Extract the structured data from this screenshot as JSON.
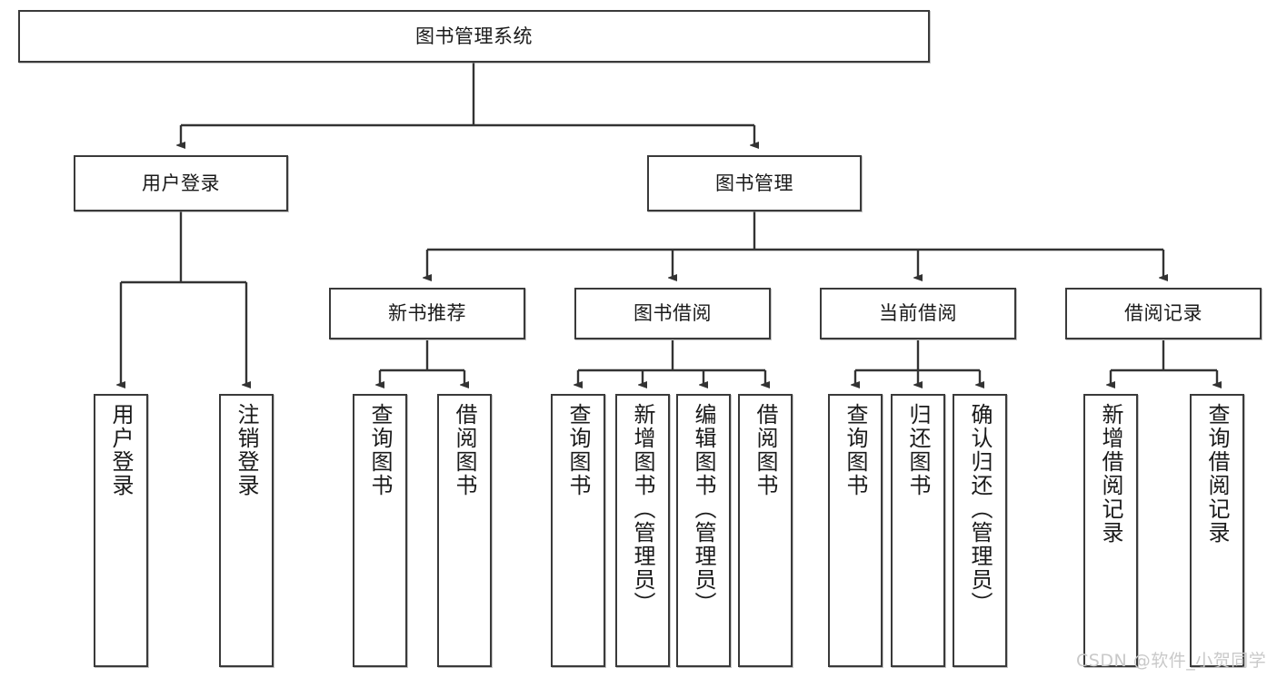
{
  "diagram": {
    "title": "图书管理系统",
    "type": "tree-hierarchy-diagram",
    "watermark": "CSDN @软件_小贺同学",
    "colors": {
      "box_border": "#3a3a3a",
      "box_fill": "#ffffff",
      "connector": "#333333",
      "text": "#1a1a1a",
      "watermark": "#c9c9c9"
    },
    "root": {
      "label": "图书管理系统"
    },
    "level2": [
      {
        "label": "用户登录"
      },
      {
        "label": "图书管理"
      }
    ],
    "level3": [
      {
        "label": "新书推荐"
      },
      {
        "label": "图书借阅"
      },
      {
        "label": "当前借阅"
      },
      {
        "label": "借阅记录"
      }
    ],
    "leaves": {
      "user_login": [
        {
          "label": "用户登录"
        },
        {
          "label": "注销登录"
        }
      ],
      "new_book_recommend": [
        {
          "label": "查询图书"
        },
        {
          "label": "借阅图书"
        }
      ],
      "book_borrow": [
        {
          "label": "查询图书"
        },
        {
          "label": "新增图书（管理员）"
        },
        {
          "label": "编辑图书（管理员）"
        },
        {
          "label": "借阅图书"
        }
      ],
      "current_borrow": [
        {
          "label": "查询图书"
        },
        {
          "label": "归还图书"
        },
        {
          "label": "确认归还（管理员）"
        }
      ],
      "borrow_records": [
        {
          "label": "新增借阅记录"
        },
        {
          "label": "查询借阅记录"
        }
      ]
    }
  }
}
